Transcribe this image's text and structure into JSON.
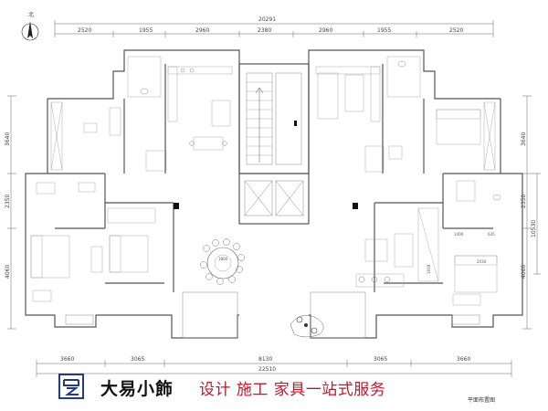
{
  "north_label": "北",
  "dimensions": {
    "top_overall": "20291",
    "top_segments": [
      "2520",
      "1955",
      "2960",
      "2380",
      "2960",
      "1955",
      "2520"
    ],
    "left_segments": [
      "3640",
      "2350",
      "4060"
    ],
    "right_segments": [
      "3640",
      "2350",
      "4060"
    ],
    "right_overall": "10530",
    "bottom_segments": [
      "3660",
      "3065",
      "8130",
      "3065",
      "3660"
    ],
    "bottom_overall": "22510"
  },
  "annotations": {
    "dining_table_dim": "1800",
    "bath_dim_1": "1400",
    "bath_dim_2": "635",
    "bed_dim": "2030",
    "wardrobe_dim": "1918"
  },
  "footer": {
    "brand_name": "大易小飾",
    "slogan": "设计  施工  家具一站式服务",
    "caption": "平面布置图"
  },
  "colors": {
    "logo_blue": "#1f3a8a",
    "slogan_red": "#c0182a"
  }
}
